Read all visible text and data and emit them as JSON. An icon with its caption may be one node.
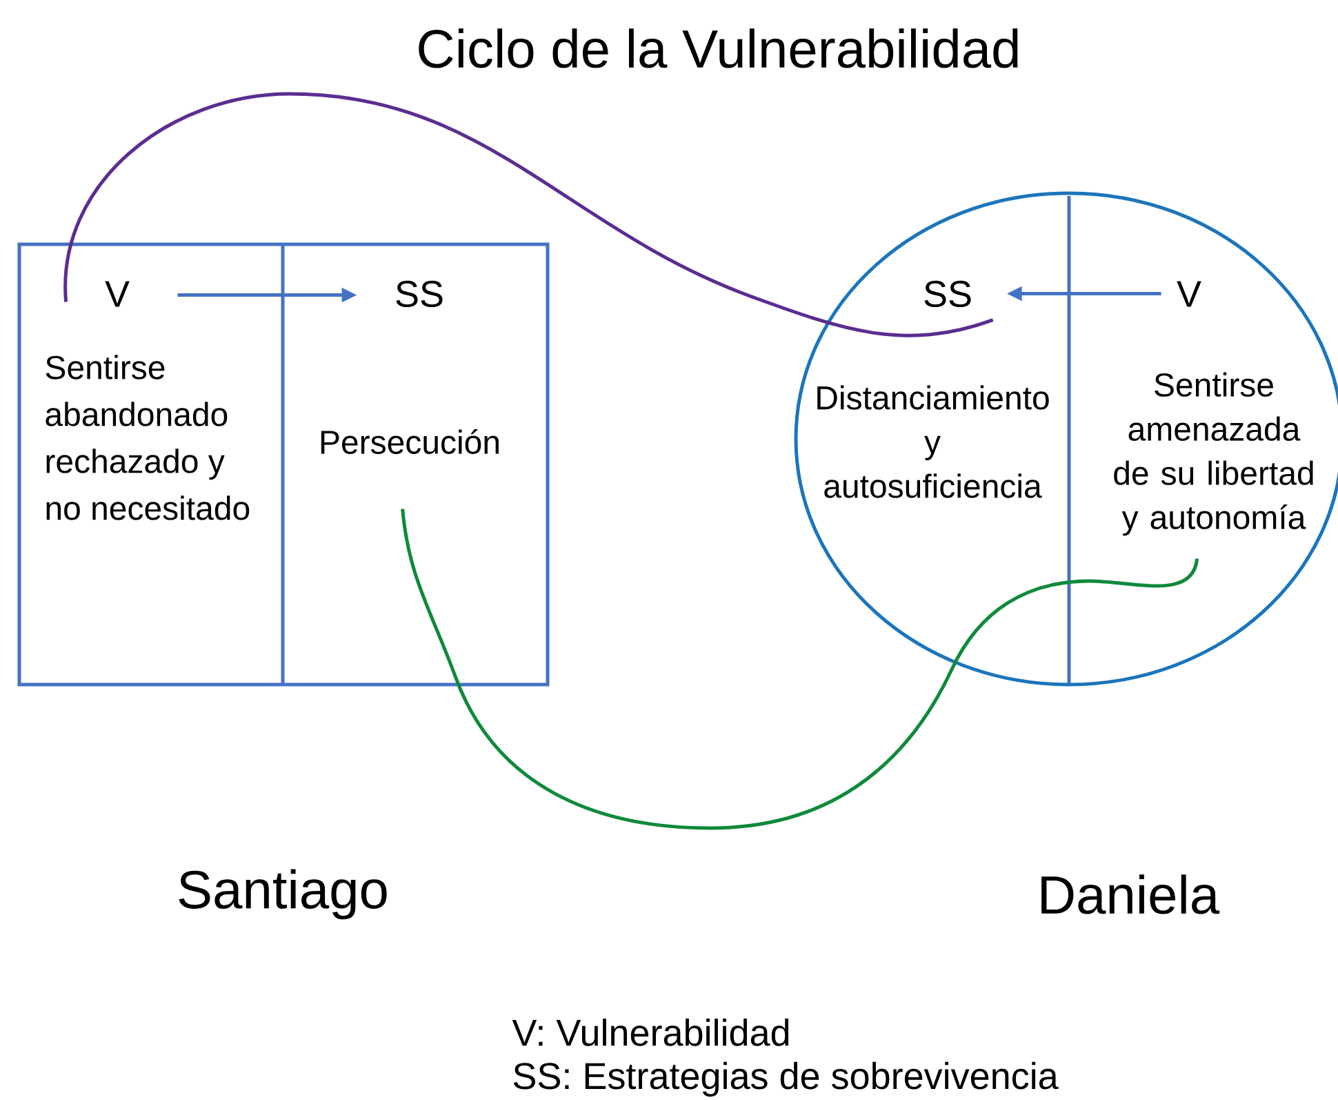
{
  "diagram": {
    "title": "Ciclo de la Vulnerabilidad",
    "nodes": [
      {
        "text": [],
        "shape": "box"
      },
      {
        "text": [
          "V",
          "Sentirse abandonado rechazado y no necesitado"
        ],
        "in": 0
      },
      {
        "text": [
          "SS",
          "Persecución"
        ],
        "in": 0
      },
      {
        "text": [],
        "shape": "circle"
      },
      {
        "text": [
          "SS",
          "Distanciamiento y autosuficiencia"
        ],
        "in": 3
      },
      {
        "text": [
          "V",
          "Sentirse amenazada de su libertad y autonomía"
        ],
        "in": 3
      }
    ],
    "edges": [
      {
        "from": 1,
        "to": 2,
        "arrow": "to",
        "color": "#4472c4"
      },
      {
        "from": 5,
        "to": 4,
        "arrow": "to",
        "color": "#4472c4"
      },
      {
        "from": 1,
        "to": 4,
        "arrow": "none",
        "color": "#5b2d90"
      },
      {
        "from": 2,
        "to": 5,
        "arrow": "none",
        "color": "#0e8a3a"
      }
    ],
    "labels": [
      "Santiago",
      "Daniela",
      "V: Vulnerabilidad",
      "SS: Estrategias de sobrevivencia"
    ]
  }
}
